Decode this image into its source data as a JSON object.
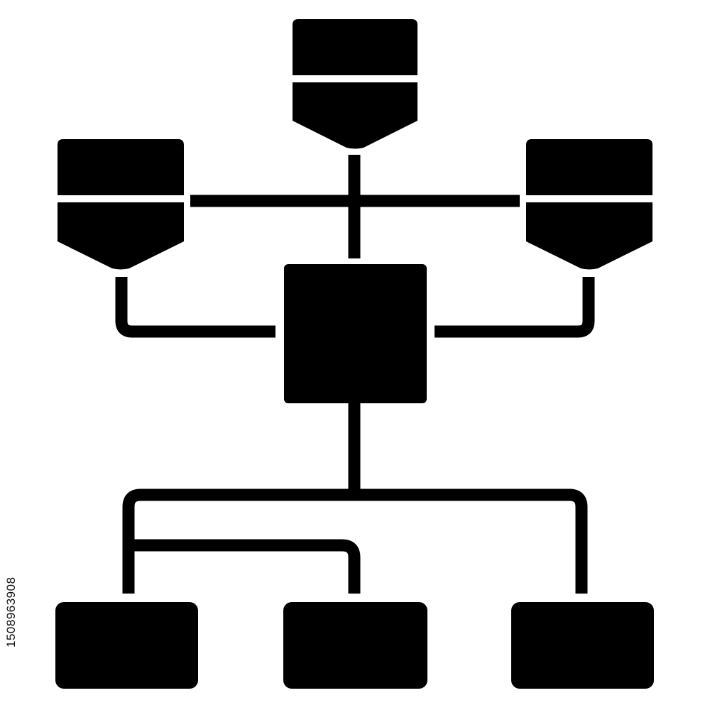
{
  "diagram": {
    "colors": {
      "ink": "#000000",
      "background": "#ffffff",
      "band": "#ffffff"
    },
    "nodes": [
      {
        "id": "server-top",
        "shape": "database-server"
      },
      {
        "id": "server-left",
        "shape": "database-server"
      },
      {
        "id": "server-right",
        "shape": "database-server"
      },
      {
        "id": "hub",
        "shape": "square"
      },
      {
        "id": "leaf-left",
        "shape": "rounded-rect"
      },
      {
        "id": "leaf-center",
        "shape": "rounded-rect"
      },
      {
        "id": "leaf-right",
        "shape": "rounded-rect"
      }
    ],
    "edges": [
      {
        "from": "server-top",
        "to": "hub"
      },
      {
        "from": "server-left",
        "to": "server-right"
      },
      {
        "from": "server-left",
        "to": "hub"
      },
      {
        "from": "server-right",
        "to": "hub"
      },
      {
        "from": "hub",
        "to": "leaf-left"
      },
      {
        "from": "hub",
        "to": "leaf-center"
      },
      {
        "from": "hub",
        "to": "leaf-right"
      }
    ]
  },
  "watermark": {
    "stock_id": "1508963908"
  }
}
